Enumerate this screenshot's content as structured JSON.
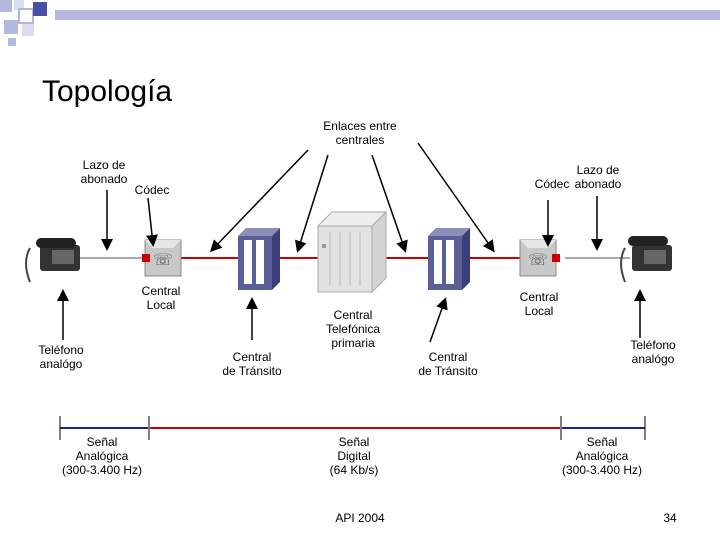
{
  "title": "Topología",
  "labels": {
    "enlaces": [
      "Enlaces entre",
      "centrales"
    ],
    "lazo_left": [
      "Lazo de",
      "abonado"
    ],
    "codec_left": "Códec",
    "lazo_right": [
      "Lazo de",
      "abonado"
    ],
    "codec_right": "Códec",
    "central_local_left": [
      "Central",
      "Local"
    ],
    "central_local_right": [
      "Central",
      "Local"
    ],
    "telefono_left": [
      "Teléfono",
      "analógo"
    ],
    "telefono_right": [
      "Teléfono",
      "analógo"
    ],
    "transito_left": [
      "Central",
      "de Tránsito"
    ],
    "transito_right": [
      "Central",
      "de Tránsito"
    ],
    "telefonica": [
      "Central",
      "Telefónica",
      "primaria"
    ],
    "senal_left": [
      "Señal",
      "Analógica",
      "(300-3.400 Hz)"
    ],
    "senal_mid": [
      "Señal",
      "Digital",
      "(64 Kb/s)"
    ],
    "senal_right": [
      "Señal",
      "Analógica",
      "(300-3.400 Hz)"
    ]
  },
  "footer": {
    "center": "API 2004",
    "page": "34"
  },
  "colors": {
    "analog": "#1f1f9a",
    "digital": "#cc0000",
    "accent": "#b5b7e0",
    "square_blue": "#4a4fa6"
  }
}
